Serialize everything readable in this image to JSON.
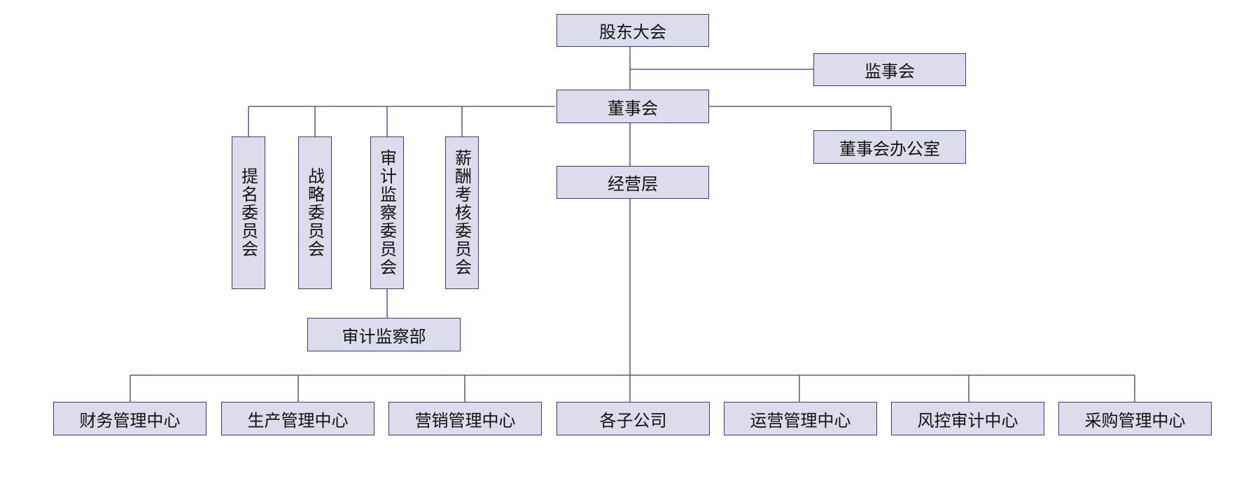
{
  "colors": {
    "line": "#3a3a8c",
    "box_fill": "#dcdcec",
    "box_border": "#3a3a8c"
  },
  "nodes": {
    "shareholders": "股东大会",
    "supervisors": "监事会",
    "board": "董事会",
    "board_office": "董事会办公室",
    "management": "经营层",
    "nomination": "提名委员会",
    "strategy": "战略委员会",
    "audit_committee": "审计监察委员会",
    "compensation": "薪酬考核委员会",
    "audit_dept": "审计监察部",
    "finance": "财务管理中心",
    "production": "生产管理中心",
    "marketing": "营销管理中心",
    "subsidiaries": "各子公司",
    "operations": "运营管理中心",
    "risk": "风控审计中心",
    "procurement": "采购管理中心"
  }
}
